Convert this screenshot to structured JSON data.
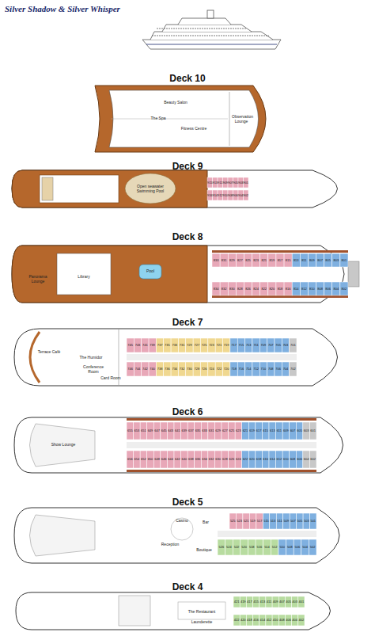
{
  "diagram": {
    "title": "Silver Shadow & Silver Whisper",
    "nodes": [
      {
        "text": [
          "Deck 10"
        ]
      },
      {
        "text": [
          "Deck 9"
        ]
      },
      {
        "text": [
          "Deck 8"
        ]
      },
      {
        "text": [
          "Deck 7"
        ]
      },
      {
        "text": [
          "Deck 6"
        ]
      },
      {
        "text": [
          "Deck 5"
        ]
      },
      {
        "text": [
          "Deck 4"
        ]
      }
    ],
    "labels": [
      "Beauty Salon",
      "The Spa",
      "Fitness Centre",
      "Observation Lounge",
      "Open seawater Swimming Pool",
      "Panorama Lounge",
      "Library",
      "Pool",
      "Terrace Café",
      "The Humidor",
      "Conference Room",
      "Card Room",
      "Show Lounge",
      "Casino",
      "Bar",
      "Reception",
      "Boutique",
      "The Restaurant",
      "Launderette",
      "915",
      "913",
      "911",
      "909",
      "907",
      "905",
      "903",
      "901",
      "916",
      "914",
      "912",
      "910",
      "908",
      "906",
      "904",
      "902",
      "833",
      "831",
      "829",
      "827",
      "825",
      "823",
      "821",
      "819",
      "817",
      "815",
      "813",
      "811",
      "809",
      "807",
      "805",
      "803",
      "801",
      "834",
      "832",
      "830",
      "828",
      "826",
      "824",
      "822",
      "820",
      "818",
      "816",
      "814",
      "812",
      "810",
      "808",
      "806",
      "804",
      "802",
      "745",
      "743",
      "741",
      "739",
      "737",
      "735",
      "733",
      "731",
      "729",
      "727",
      "725",
      "723",
      "721",
      "719",
      "717",
      "715",
      "713",
      "711",
      "709",
      "707",
      "705",
      "703",
      "701",
      "746",
      "744",
      "742",
      "740",
      "738",
      "736",
      "734",
      "732",
      "730",
      "728",
      "726",
      "724",
      "722",
      "720",
      "718",
      "716",
      "714",
      "712",
      "710",
      "708",
      "706",
      "704",
      "702",
      "655",
      "653",
      "651",
      "649",
      "647",
      "645",
      "643",
      "641",
      "639",
      "637",
      "635",
      "633",
      "631",
      "629",
      "627",
      "625",
      "623",
      "621",
      "619",
      "617",
      "615",
      "613",
      "611",
      "609",
      "607",
      "605",
      "603",
      "601",
      "656",
      "654",
      "652",
      "650",
      "648",
      "646",
      "644",
      "642",
      "640",
      "638",
      "636",
      "634",
      "632",
      "630",
      "628",
      "626",
      "624",
      "622",
      "620",
      "618",
      "616",
      "614",
      "612",
      "610",
      "608",
      "606",
      "604",
      "602",
      "525",
      "523",
      "521",
      "519",
      "517",
      "515",
      "513",
      "511",
      "509",
      "507",
      "505",
      "503",
      "501",
      "526",
      "524",
      "522",
      "520",
      "518",
      "516",
      "514",
      "512",
      "510",
      "508",
      "506",
      "504",
      "502",
      "421",
      "419",
      "417",
      "415",
      "413",
      "411",
      "409",
      "407",
      "405",
      "403",
      "401",
      "422",
      "420",
      "418",
      "416",
      "414",
      "412",
      "410",
      "408",
      "406",
      "404",
      "402"
    ]
  }
}
